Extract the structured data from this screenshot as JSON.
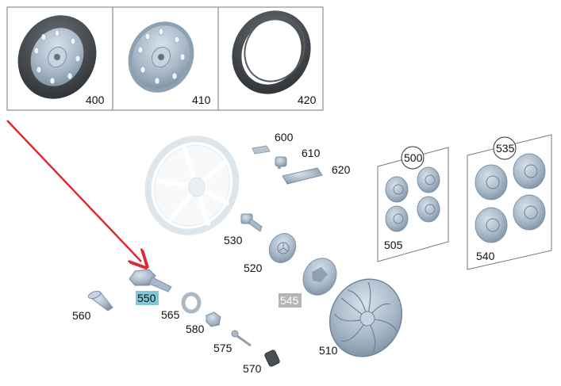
{
  "top_panels": [
    {
      "label": "400",
      "part": "steel-spare-wheel-with-tire"
    },
    {
      "label": "410",
      "part": "steel-rim"
    },
    {
      "label": "420",
      "part": "tire"
    }
  ],
  "callouts": {
    "p600": "600",
    "p610": "610",
    "p620": "620",
    "p530": "530",
    "p520": "520",
    "p545": "545",
    "p550": "550",
    "p560": "560",
    "p565": "565",
    "p580": "580",
    "p575": "575",
    "p570": "570",
    "p510": "510",
    "p500": "500",
    "p505": "505",
    "p535": "535",
    "p540": "540"
  },
  "colors": {
    "part_fill": "#a9b9c8",
    "part_dark": "#7f93a6",
    "tire_dark": "#3b3f43",
    "arrow": "#e2262f",
    "highlight_550": "#80c8d8",
    "highlight_545": "#b5b5b5",
    "frame": "#777777"
  }
}
